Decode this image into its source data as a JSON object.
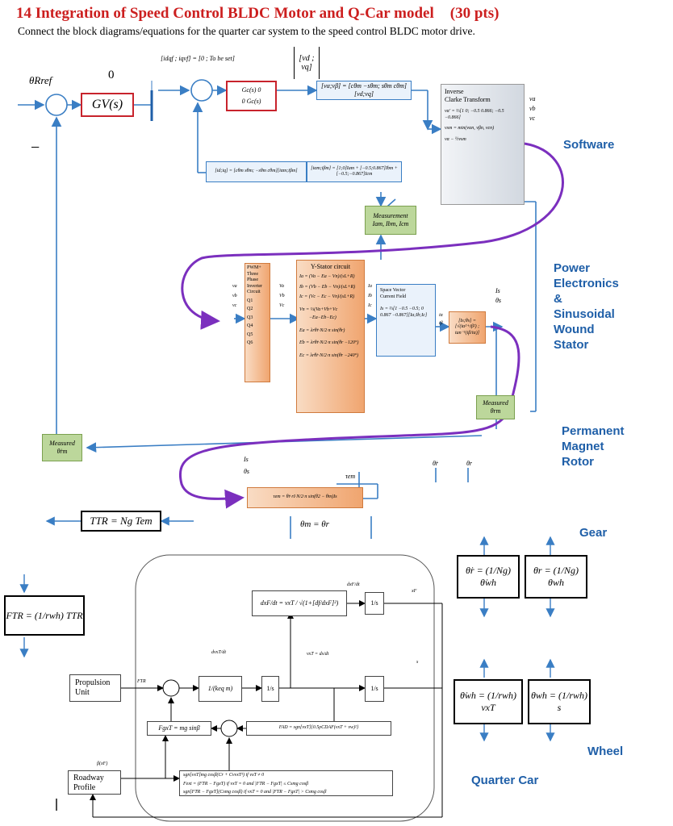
{
  "header": {
    "title": "14  Integration of Speed Control BLDC Motor and Q-Car model",
    "points": "(30 pts)",
    "instruction": "Connect the block diagrams/equations for the quarter car system to the speed control BLDC motor drive."
  },
  "sections": {
    "software": "Software",
    "power_electronics": [
      "Power",
      "Electronics",
      "&",
      "Sinusoidal",
      "Wound",
      "Stator"
    ],
    "pm_rotor": [
      "Permanent",
      "Magnet",
      "Rotor"
    ],
    "gear": "Gear",
    "wheel": "Wheel",
    "quarter_car": "Quarter Car"
  },
  "software": {
    "theta_ref": "θ̇Rref",
    "gv": "GV(s)",
    "zero": "0",
    "idq_eq": "[idqf ; iqvf] = [0 ; To be set]",
    "vdq_vec": "[vd ; vq]",
    "gc": [
      "Gc(s)  0",
      "0  Gc(s)"
    ],
    "park": "[vα;vβ] = [cθm −sθm; sθm cθm][vd;vq]",
    "clarke_title": [
      "Inverse",
      "Clarke Transform"
    ],
    "clarke_eq": [
      "vα′ = ⅔[1 0; −0.5 0.866; −0.5 −0.866]",
      "vsm = min(vαn, vβn, vcn)",
      "vα − ½vsm"
    ],
    "outputs": [
      "va",
      "vb",
      "vc"
    ],
    "feedback_eq": "[id;iq] = [cθm sθm; −sθm cθm][iαm;iβm]",
    "measure_eq": "[iαm;iβm] = [1;0]Iam + [−0.5;0.867]Ibm + [−0.5;−0.867]Icm",
    "measurement": [
      "Measurement",
      "Iam, Ibm, Icm"
    ]
  },
  "power": {
    "inverter": [
      "PWM+",
      "Three",
      "Phase",
      "Inverter",
      "Circuit",
      "Q1",
      "Q2",
      "Q3",
      "Q4",
      "Q5",
      "Q6"
    ],
    "inverter_inputs": [
      "va",
      "vb",
      "vc"
    ],
    "inverter_outputs": [
      "Va",
      "Vb",
      "Vc"
    ],
    "stator_title": "Y-Stator circuit",
    "stator_eq": [
      "Ia = (Va − Ea − Vn)/(sL+R)",
      "Ib = (Vb − Eb − Vn)/(sL+R)",
      "Ic = (Vc − Ec − Vn)/(sL+R)",
      "Vn = ⅓(Va+Vb+Vc",
      "−Ea−Eb−Ec)",
      "Ea = λrθ̇r·N/2·π sin(θr)",
      "Eb = λrθ̇r·N/2·π sin(θr −120°)",
      "Ec = λrθ̇r·N/2·π sin(θr −240°)"
    ],
    "phase_currents": [
      "Ia",
      "Ib",
      "Ic"
    ],
    "svm_title": [
      "Space Vector",
      "Current Field"
    ],
    "svm_eq": "Is = ⅔[1 −0.5 −0.5; 0 0.867 −0.867][Ia;Ib;Ic]",
    "ialpha": [
      "iα",
      "iβ"
    ],
    "polar": "[Is;θs] = [√(iα²+iβ²) ; tan⁻¹(iβ/iα)]",
    "is_out": [
      "Is",
      "θs"
    ],
    "measured_right": [
      "Measured",
      "θrm"
    ]
  },
  "rotor": {
    "measured_left": [
      "Measured",
      "θ̇rm"
    ],
    "is_in": [
      "Is",
      "θs"
    ],
    "tem_label": "τem",
    "torque_eq": "τem = θ̇r·rI·N/2·π sin(θ2 − θm)Is",
    "theta_dot_r": "θ̇r",
    "theta_r": "θr",
    "theta_m": "θm = θr",
    "ttr": "TTR = Ng Tem"
  },
  "gear": {
    "eq1": "θ̇r = (1/Ng) θ̇wh",
    "eq2": "θr = (1/Ng) θwh"
  },
  "wheel": {
    "eq1": "θ̇wh = (1/rwh) vxT",
    "eq2": "θwh = (1/rwh) s"
  },
  "car": {
    "ftr": "FTR = (1/rwh) TTR",
    "ftr_sig": "FTR",
    "propulsion": [
      "Propulsion",
      "Unit"
    ],
    "dxf_eq": "dxF/dt = vxT / √(1+[df/dxF]²)",
    "dxf_label": "dxF/dt",
    "xf": "xF",
    "vxt_eq": "vxT = ds/dt",
    "dvxt": "dvxT/dt",
    "s": "s",
    "mass": "1/(keq m)",
    "int": "1/s",
    "fgxt": "FgxT = mg sinβ",
    "fad": "FAD = sgn[vxT]{0.5ρCDAF(vxT + vw)²}",
    "beta": "β(xF)",
    "roadway": [
      "Roadway",
      "Profile"
    ],
    "friction": [
      "sgn[vxT]mg cosβ(Cr + CvvxT²)    if vxT ≠ 0",
      "Fext = (FTR − FgxT)    if vxT = 0 and |FTR − FgxT| ≤ Csmg cosβ",
      "sgn[FTR − FgxT](Csmg cosβ)    if vxT = 0 and |FTR − FgxT| > Csmg cosβ"
    ]
  },
  "colors": {
    "title": "#cc1f1f",
    "section": "#1f5fa8",
    "signal": "#3a7ec4",
    "loop": "#7b2fbe",
    "red_box": "#c8232c",
    "orange": "#f0a56f",
    "green": "#bcd79b"
  },
  "icons": [
    "summing-junction-icon",
    "arrow-icon"
  ]
}
